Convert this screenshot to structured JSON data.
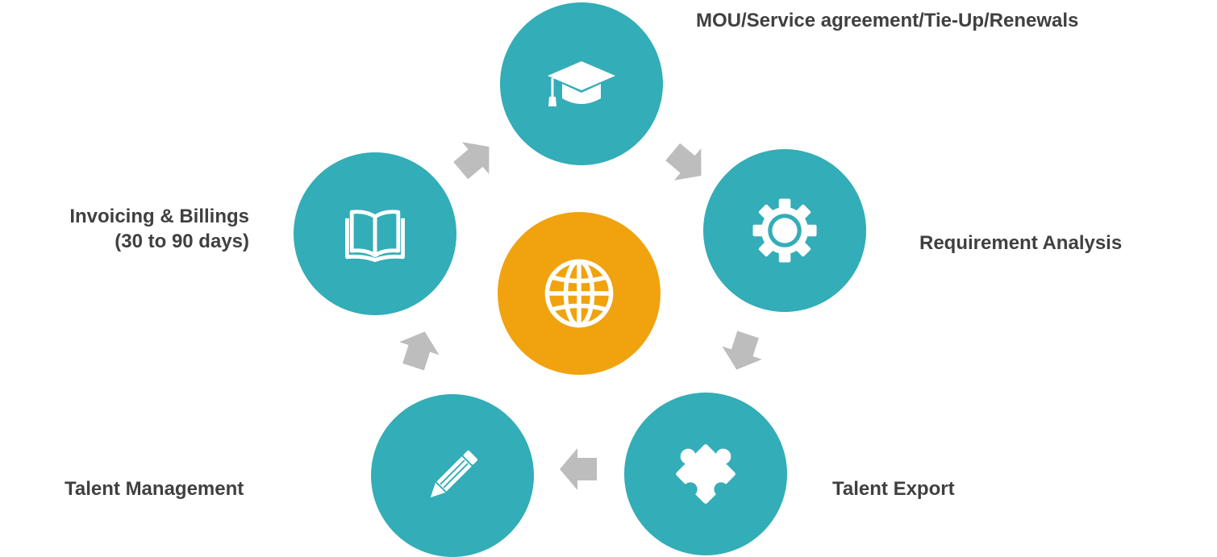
{
  "colors": {
    "step_fill": "#33adb7",
    "center_fill": "#f0a30f",
    "arrow_fill": "#bdbdbd",
    "label_text": "#404040"
  },
  "center": {
    "icon": "globe-icon"
  },
  "steps": [
    {
      "label": "MOU/Service agreement/Tie-Up/Renewals",
      "icon": "graduation-cap-icon"
    },
    {
      "label": "Requirement Analysis",
      "icon": "gear-icon"
    },
    {
      "label": "Talent Export",
      "icon": "puzzle-piece-icon"
    },
    {
      "label": "Talent Management",
      "icon": "pencil-icon"
    },
    {
      "label_line1": "Invoicing & Billings",
      "label_line2": "(30 to 90 days)",
      "icon": "open-book-icon"
    }
  ]
}
